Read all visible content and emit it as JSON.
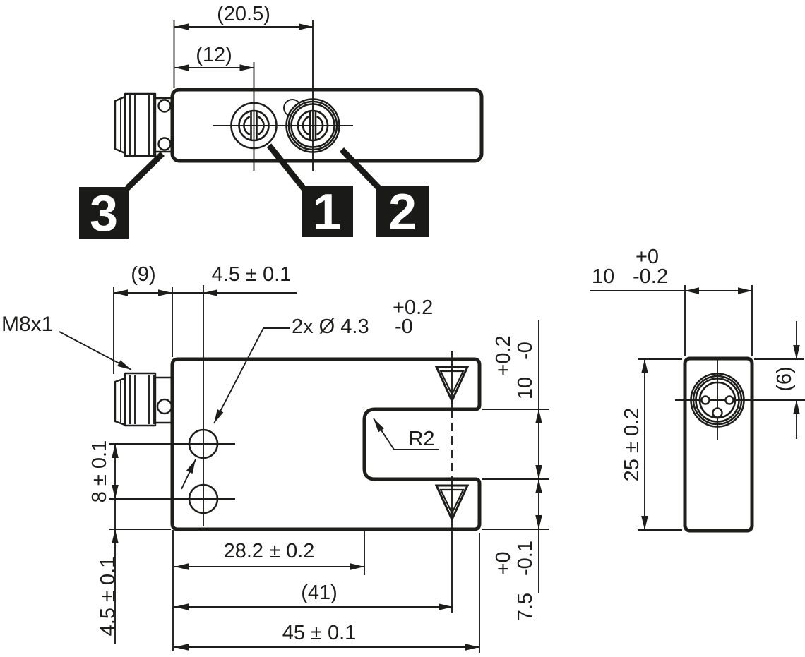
{
  "colors": {
    "ink": "#1d1d1b",
    "background": "#ffffff",
    "callout_bg": "#1a1a19",
    "callout_text": "#ffffff"
  },
  "top_view": {
    "dim_connector_to_indicator": "(20.5)",
    "dim_connector_to_adjuster": "(12)",
    "callout_1": "1",
    "callout_2": "2",
    "callout_3": "3"
  },
  "front_view": {
    "dim_connector_length": "(9)",
    "dim_hole_center_from_edge": "4.5 ± 0.1",
    "connector_thread_label": "M8x1",
    "mounting_holes": {
      "main": "2x Ø 4.3",
      "tol_plus": "+0.2",
      "tol_minus": "-0"
    },
    "slot_corner_radius": "R2",
    "slot_width": {
      "main": "10",
      "tol_plus": "+0.2",
      "tol_minus": "-0"
    },
    "dim_hole_spacing": "8 ± 0.1",
    "dim_hole_from_bottom": "4.5 ± 0.1",
    "dim_slot_depth": "28.2 ± 0.2",
    "dim_optical_axis": "(41)",
    "dim_overall_width": "45 ± 0.1",
    "arm_thickness": {
      "main": "7.5",
      "tol_plus": "+0",
      "tol_minus": "-0.1"
    }
  },
  "side_view": {
    "dim_depth": {
      "main": "10",
      "tol_plus": "+0",
      "tol_minus": "-0.2"
    },
    "dim_connector_from_top": "(6)",
    "dim_overall_height": "25 ± 0.2"
  }
}
